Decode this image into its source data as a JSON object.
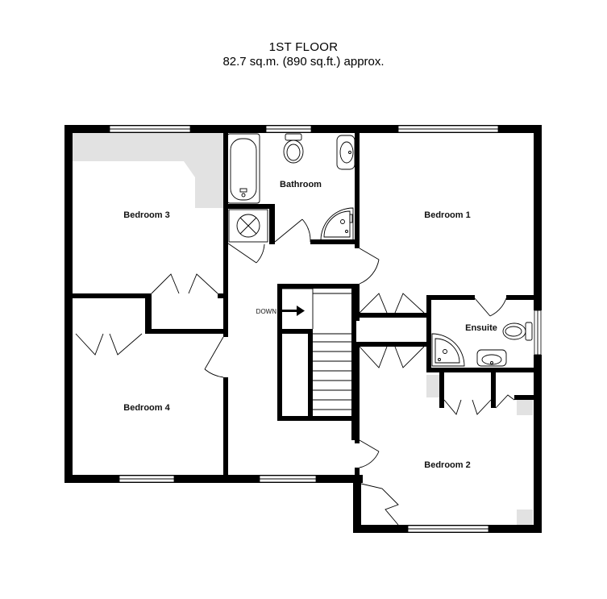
{
  "title": {
    "floor": "1ST FLOOR",
    "area": "82.7 sq.m. (890 sq.ft.) approx."
  },
  "rooms": {
    "bedroom1": "Bedroom 1",
    "bedroom2": "Bedroom 2",
    "bedroom3": "Bedroom 3",
    "bedroom4": "Bedroom 4",
    "bathroom": "Bathroom",
    "ensuite": "Ensuite"
  },
  "stairs": {
    "direction_label": "DOWN"
  }
}
